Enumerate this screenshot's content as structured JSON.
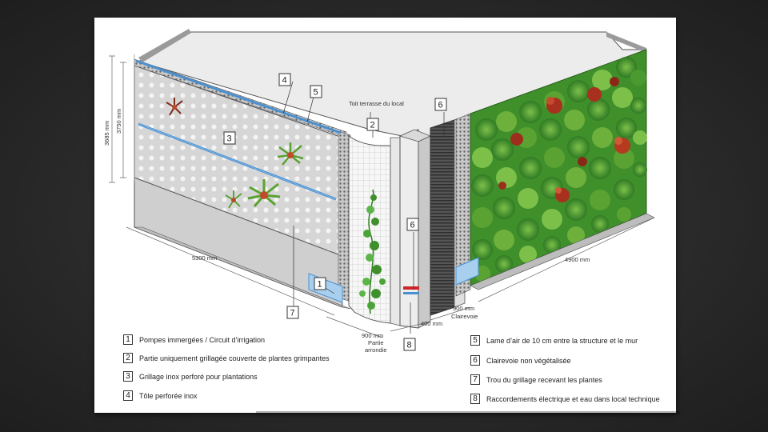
{
  "roof_label": "Toit terrasse du local",
  "dimensions": {
    "height_1": "3685 mm",
    "height_2": "3750 mm",
    "left_length": "5300 mm",
    "right_length": "4900 mm",
    "rounded_width": "900 mm",
    "rounded_caption_1": "Partie",
    "rounded_caption_2": "arrondie",
    "depth": "400 mm",
    "clairevoie_width": "900 mm",
    "clairevoie_caption": "Clairevoie"
  },
  "callouts": [
    "1",
    "2",
    "3",
    "4",
    "5",
    "6",
    "7",
    "8"
  ],
  "legend": [
    {
      "num": "1",
      "text": "Pompes immergées / Circuit d’irrigation"
    },
    {
      "num": "2",
      "text": "Partie uniquement grillagée couverte de plantes grimpantes"
    },
    {
      "num": "3",
      "text": "Grillage inox perforé pour plantations"
    },
    {
      "num": "4",
      "text": "Tôle perforée inox"
    },
    {
      "num": "5",
      "text": "Lame d’air de 10 cm entre la structure et le mur"
    },
    {
      "num": "6",
      "text": "Clairevoie non végétalisée"
    },
    {
      "num": "7",
      "text": "Trou du grillage recevant les plantes"
    },
    {
      "num": "8",
      "text": "Raccordements électrique et eau dans local technique"
    }
  ],
  "colors": {
    "background": "#262626",
    "panel": "#ffffff",
    "wall": "#d4d4d4",
    "roof": "#ebebeb",
    "irrigation": "#4a90d0",
    "foliage": "#3f8f2a",
    "foliage_red": "#a8301e"
  }
}
